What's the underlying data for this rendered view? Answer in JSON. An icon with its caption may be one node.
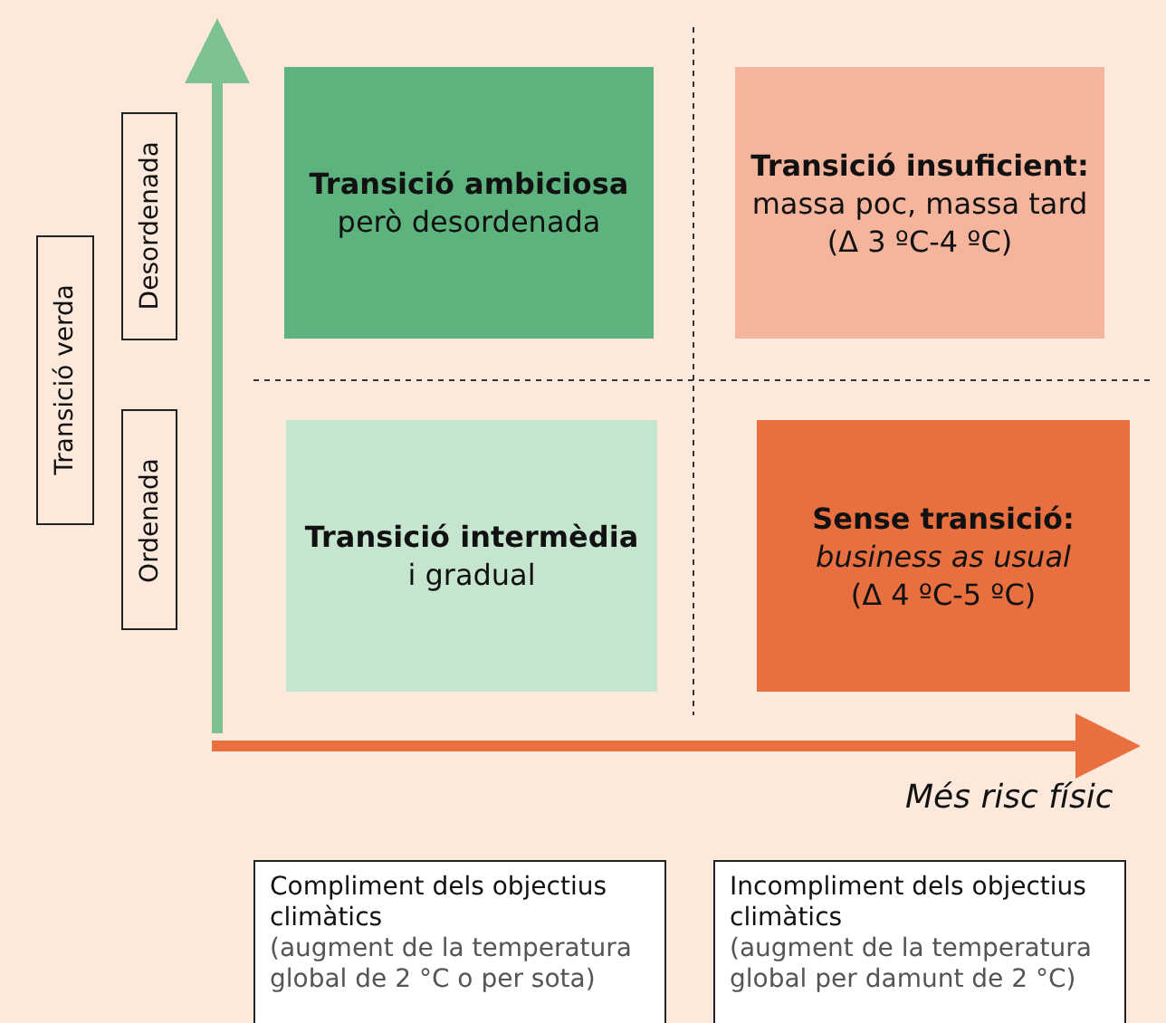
{
  "diagram": {
    "nodes": [
      {
        "text": [
          "Transició verda"
        ]
      },
      {
        "text": [
          "Desordenada"
        ]
      },
      {
        "text": [
          "Ordenada"
        ]
      },
      {
        "text": [
          "Transició ambiciosa",
          "però desordenada"
        ]
      },
      {
        "text": [
          "Transició insuficient:",
          "massa poc, massa tard",
          "(Δ 3 ºC-4 ºC)"
        ]
      },
      {
        "text": [
          "Transició intermèdia",
          "i gradual"
        ]
      },
      {
        "text": [
          "Sense transició:",
          "business as usual",
          "(Δ 4 ºC-5 ºC)"
        ]
      },
      {
        "text": [
          "Compliment dels objectius climàtics",
          "(augment de la temperatura global de 2 °C o per sota)"
        ]
      },
      {
        "text": [
          "Incompliment dels objectius climàtics",
          "(augment de la temperatura global per damunt de 2 °C)"
        ]
      }
    ],
    "labels": [
      "Més risc físic"
    ]
  }
}
